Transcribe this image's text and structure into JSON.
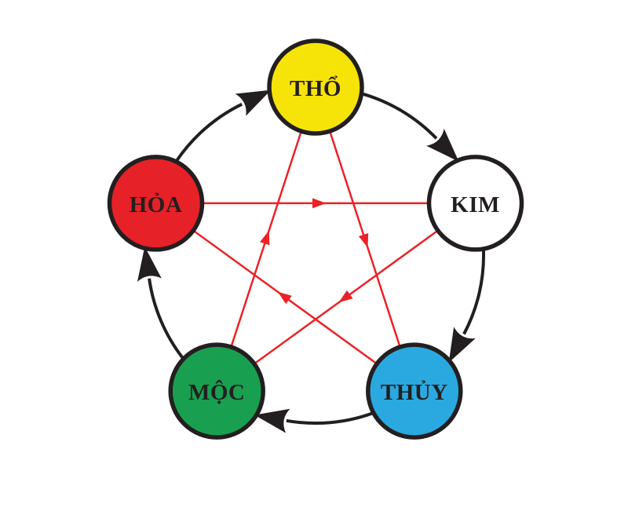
{
  "diagram": {
    "name": "ngu-hanh-five-elements-cycle",
    "background_color": "#FFFFFF",
    "outline_color": "#231F20",
    "generating_cycle_color": "#231F20",
    "overcoming_cycle_color": "#EC2127",
    "nodes": [
      {
        "id": "tho",
        "label": "THỔ",
        "fill": "#F6E408",
        "position": "top"
      },
      {
        "id": "kim",
        "label": "KIM",
        "fill": "#FFFFFF",
        "position": "right"
      },
      {
        "id": "thuy",
        "label": "THỦY",
        "fill": "#29A9E0",
        "position": "bottom-right"
      },
      {
        "id": "moc",
        "label": "MỘC",
        "fill": "#18A050",
        "position": "bottom-left"
      },
      {
        "id": "hoa",
        "label": "HỎA",
        "fill": "#E62128",
        "position": "left"
      }
    ],
    "generating_cycle": [
      {
        "from": "HỎA",
        "to": "THỔ"
      },
      {
        "from": "THỔ",
        "to": "KIM"
      },
      {
        "from": "KIM",
        "to": "THỦY"
      },
      {
        "from": "THỦY",
        "to": "MỘC"
      },
      {
        "from": "MỘC",
        "to": "HỎA"
      }
    ],
    "overcoming_cycle": [
      {
        "from": "HỎA",
        "to": "KIM"
      },
      {
        "from": "THỔ",
        "to": "THỦY"
      },
      {
        "from": "THỦY",
        "to": "HỎA"
      },
      {
        "from": "KIM",
        "to": "MỘC"
      },
      {
        "from": "MỘC",
        "to": "THỔ"
      }
    ]
  }
}
